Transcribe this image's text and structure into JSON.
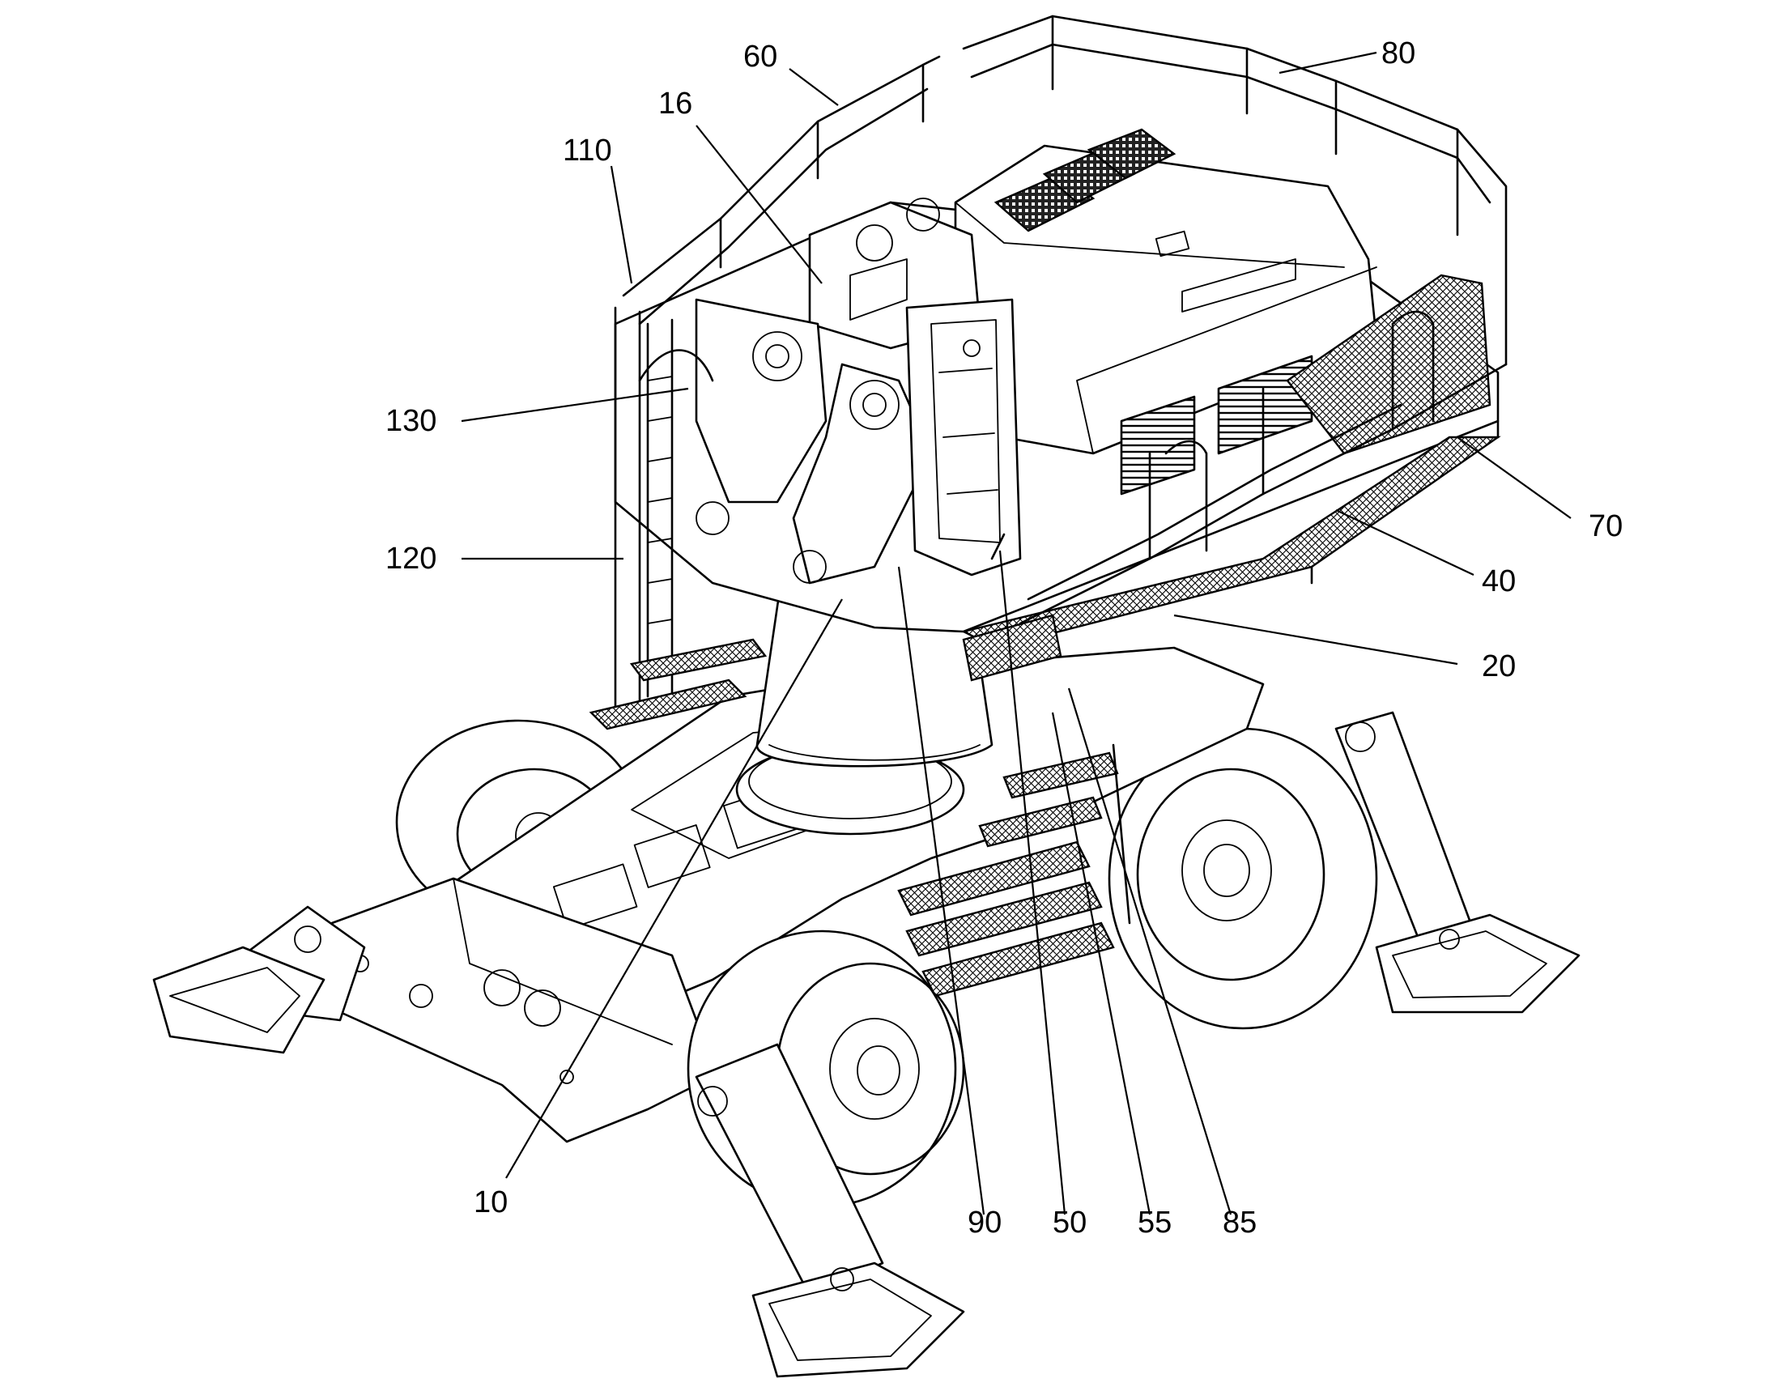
{
  "figure": {
    "reference_labels": [
      {
        "id": "label-60",
        "text": "60"
      },
      {
        "id": "label-80",
        "text": "80"
      },
      {
        "id": "label-16",
        "text": "16"
      },
      {
        "id": "label-110",
        "text": "110"
      },
      {
        "id": "label-130",
        "text": "130"
      },
      {
        "id": "label-120",
        "text": "120"
      },
      {
        "id": "label-70",
        "text": "70"
      },
      {
        "id": "label-40",
        "text": "40"
      },
      {
        "id": "label-20",
        "text": "20"
      },
      {
        "id": "label-10",
        "text": "10"
      },
      {
        "id": "label-90",
        "text": "90"
      },
      {
        "id": "label-50",
        "text": "50"
      },
      {
        "id": "label-55",
        "text": "55"
      },
      {
        "id": "label-85",
        "text": "85"
      }
    ]
  }
}
